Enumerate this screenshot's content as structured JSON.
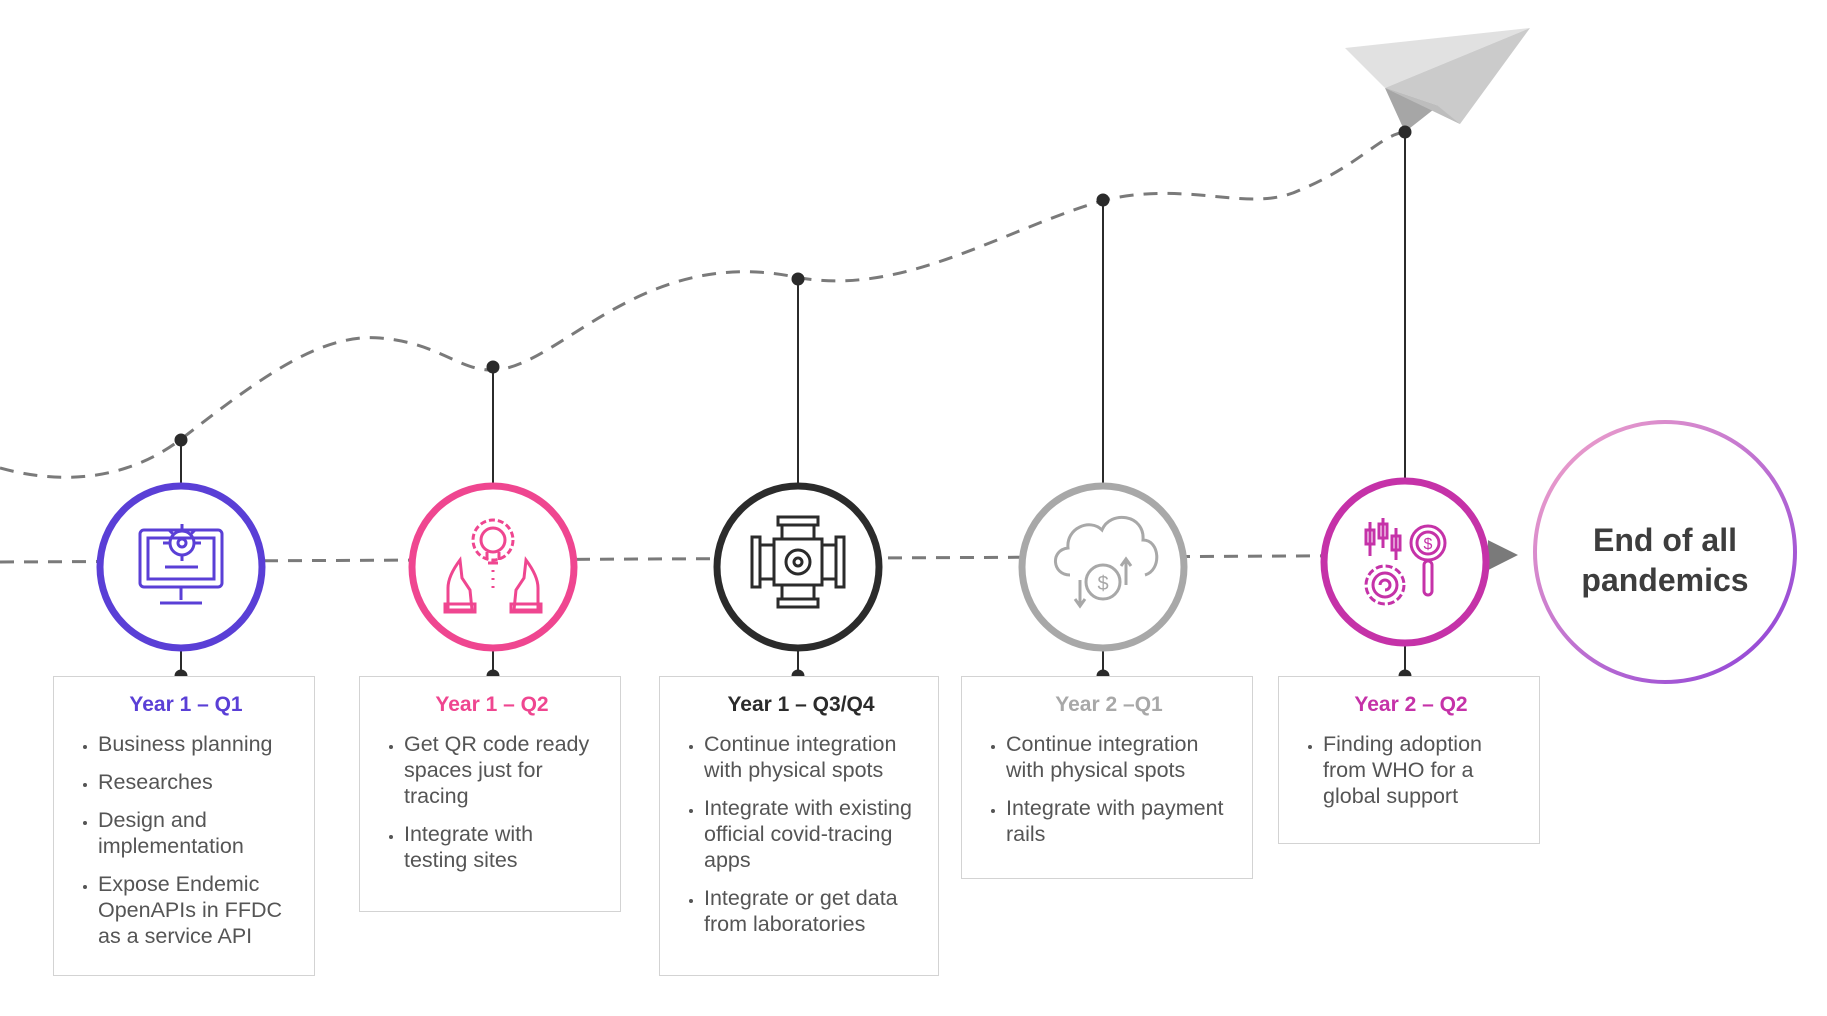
{
  "milestones": [
    {
      "title": "Year 1 – Q1",
      "color": "#5a3fd6",
      "icon": "computer-gear-icon",
      "items": [
        "Business planning",
        "Researches",
        "Design and implementation",
        "Expose Endemic OpenAPIs in FFDC as a service API"
      ]
    },
    {
      "title": "Year 1 – Q2",
      "color": "#ef4690",
      "icon": "lightbulb-gear-hands-icon",
      "items": [
        "Get QR code ready spaces just for tracing",
        "Integrate with testing sites"
      ]
    },
    {
      "title": "Year 1 – Q3/Q4",
      "color": "#2b2b2b",
      "icon": "pipe-gear-connector-icon",
      "items": [
        "Continue integration with physical spots",
        "Integrate with existing official covid-tracing apps",
        "Integrate or get data from laboratories"
      ]
    },
    {
      "title": "Year 2 –Q1",
      "color": "#a8a8a8",
      "icon": "cloud-dollar-sync-icon",
      "items": [
        "Continue integration with physical spots",
        "Integrate with payment rails"
      ]
    },
    {
      "title": "Year 2 – Q2",
      "color": "#c532a8",
      "icon": "gear-dollar-magnifier-chart-icon",
      "items": [
        "Finding adoption from WHO for a global support"
      ]
    }
  ],
  "end_goal": {
    "line1": "End of all",
    "line2": "pandemics"
  },
  "colors": {
    "dash_line": "#7a7a7a",
    "connector": "#2b2b2b",
    "end_gradient_start": "#f0a0c8",
    "end_gradient_end": "#8a3fd6",
    "plane_light": "#dcdcdc",
    "plane_mid": "#c2c2c2",
    "plane_dark": "#a0a0a0"
  }
}
